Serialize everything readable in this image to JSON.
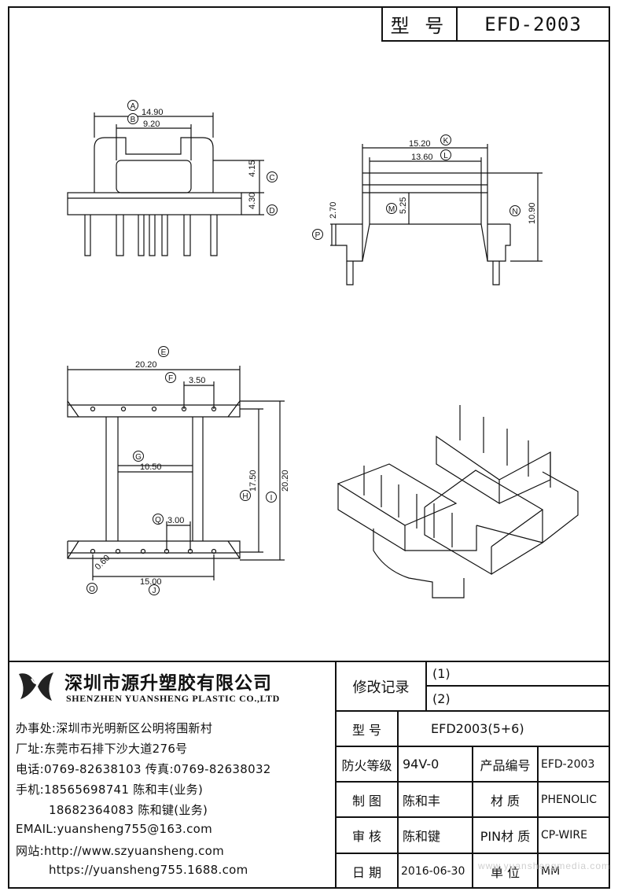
{
  "header": {
    "model_label": "型 号",
    "model_value": "EFD-2003"
  },
  "drawing": {
    "letters": [
      "A",
      "B",
      "C",
      "D",
      "K",
      "L",
      "M",
      "N",
      "P",
      "E",
      "F",
      "G",
      "H",
      "I",
      "Q",
      "O",
      "J"
    ],
    "dims": {
      "A": "14.90",
      "B": "9.20",
      "C": "4.15",
      "D": "4.30",
      "K": "15.20",
      "L": "13.60",
      "M": "5.25",
      "N": "10.90",
      "P": "2.70",
      "E": "20.20",
      "F": "3.50",
      "G": "10.50",
      "H": "17.50",
      "I": "20.20",
      "Q": "3.00",
      "O": "0.60",
      "J": "15.00"
    }
  },
  "company": {
    "name_cn": "深圳市源升塑胶有限公司",
    "name_en": "SHENZHEN YUANSHENG PLASTIC CO.,LTD",
    "office": "办事处:深圳市光明新区公明将围新村",
    "factory": "厂址:东莞市石排下沙大道276号",
    "phone": "电话:0769-82638103 传真:0769-82638032",
    "mobile1": "手机:18565698741 陈和丰(业务)",
    "mobile2": "18682364083 陈和键(业务)",
    "email": "EMAIL:yuansheng755@163.com",
    "website_label": "网站:http://www.szyuansheng.com",
    "website2": "https://yuansheng755.1688.com"
  },
  "revision": {
    "label": "修改记录",
    "row1": "(1)",
    "row2": "(2)"
  },
  "table": {
    "model_label": "型 号",
    "model_value": "EFD2003(5+6)",
    "fire_label": "防火等级",
    "fire_value": "94V-0",
    "product_no_label": "产品编号",
    "product_no_value": "EFD-2003",
    "drawn_label": "制 图",
    "drawn_value": "陈和丰",
    "material_label": "材 质",
    "material_value": "PHENOLIC",
    "check_label": "审 核",
    "check_value": "陈和键",
    "pin_label": "PIN材 质",
    "pin_value": "CP-WIRE",
    "date_label": "日 期",
    "date_value": "2016-06-30",
    "unit_label": "单 位",
    "unit_value": "MM"
  },
  "watermark": "www.yuanshengmedia.com"
}
